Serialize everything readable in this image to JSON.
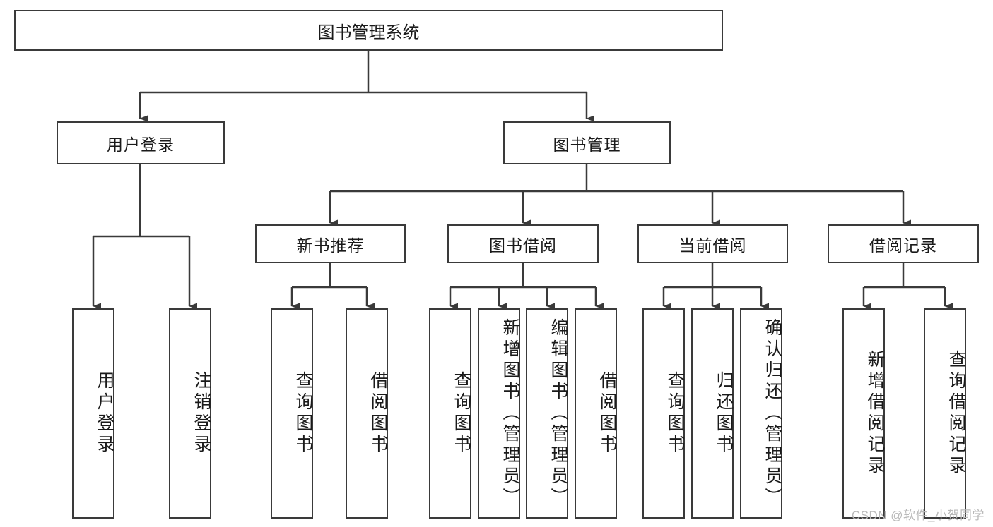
{
  "diagram": {
    "title_node": {
      "id": "root",
      "label": "图书管理系统"
    },
    "level2": [
      {
        "id": "user-login",
        "label": "用户登录"
      },
      {
        "id": "book-management",
        "label": "图书管理"
      }
    ],
    "level3": [
      {
        "id": "new-book-recommend",
        "label": "新书推荐"
      },
      {
        "id": "book-borrow",
        "label": "图书借阅"
      },
      {
        "id": "current-borrow",
        "label": "当前借阅"
      },
      {
        "id": "borrow-record",
        "label": "借阅记录"
      }
    ],
    "leaves": [
      {
        "id": "leaf-user-login",
        "label": "用户登录",
        "parent": "user-login"
      },
      {
        "id": "leaf-user-logout",
        "label": "注销登录",
        "parent": "user-login"
      },
      {
        "id": "leaf-query-book-1",
        "label": "查询图书",
        "parent": "new-book-recommend"
      },
      {
        "id": "leaf-borrow-book-1",
        "label": "借阅图书",
        "parent": "new-book-recommend"
      },
      {
        "id": "leaf-query-book-2",
        "label": "查询图书",
        "parent": "book-borrow"
      },
      {
        "id": "leaf-add-book",
        "label": "新增图书（管理员）",
        "parent": "book-borrow"
      },
      {
        "id": "leaf-edit-book",
        "label": "编辑图书（管理员）",
        "parent": "book-borrow"
      },
      {
        "id": "leaf-borrow-book-2",
        "label": "借阅图书",
        "parent": "book-borrow"
      },
      {
        "id": "leaf-query-book-3",
        "label": "查询图书",
        "parent": "current-borrow"
      },
      {
        "id": "leaf-return-book",
        "label": "归还图书",
        "parent": "current-borrow"
      },
      {
        "id": "leaf-confirm-return",
        "label": "确认归还（管理员）",
        "parent": "current-borrow"
      },
      {
        "id": "leaf-add-record",
        "label": "新增借阅记录",
        "parent": "borrow-record"
      },
      {
        "id": "leaf-query-record",
        "label": "查询借阅记录",
        "parent": "borrow-record"
      }
    ],
    "colors": {
      "stroke": "#3a3a3a",
      "fill": "#ffffff",
      "text": "#1a1a1a",
      "watermark": "#b9b9b9"
    }
  },
  "watermark": {
    "text": "CSDN @软件_小贺同学"
  }
}
